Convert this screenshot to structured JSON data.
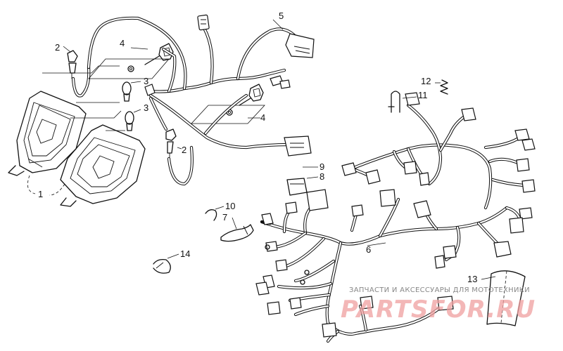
{
  "diagram": {
    "callouts": {
      "c1": "1",
      "c2a": "2",
      "c2b": "2",
      "c3a": "3",
      "c3b": "3",
      "c4a": "4",
      "c4b": "4",
      "c5": "5",
      "c6": "6",
      "c7": "7",
      "c8": "8",
      "c9": "9",
      "c10": "10",
      "c11": "11",
      "c12": "12",
      "c13": "13",
      "c14": "14"
    }
  },
  "watermark": {
    "caption": "ЗАПЧАСТИ И АКСЕССУАРЫ ДЛЯ МОТОТЕХНИКИ",
    "logo_text": "PARTSFOR.RU"
  }
}
